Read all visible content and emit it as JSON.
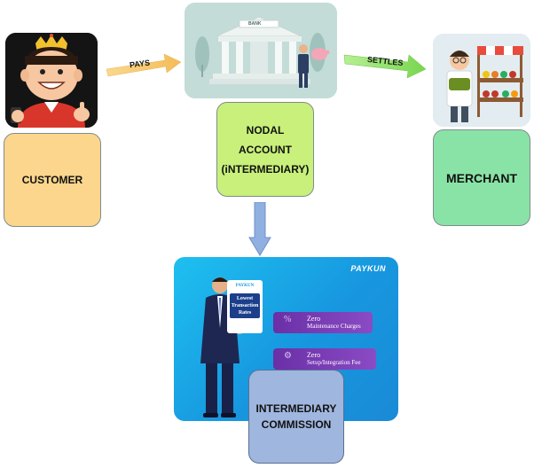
{
  "nodes": {
    "customer": {
      "label": "CUSTOMER"
    },
    "nodal": {
      "line1": "NODAL",
      "line2": "ACCOUNT",
      "line3": "(iNTERMEDIARY)"
    },
    "merchant": {
      "label": "MERCHANT"
    },
    "commission": {
      "line1": "INTERMEDIARY",
      "line2": "COMMISSION"
    }
  },
  "arrows": {
    "pays": "PAYS",
    "settles": "SETTLES"
  },
  "bank_sign": "BANK",
  "paykun": {
    "logo": "PAYKUN",
    "doc_logo": "PAYKUN",
    "doc_line1": "Lowest",
    "doc_line2": "Transaction",
    "doc_line3": "Rates",
    "pill1_title": "Zero",
    "pill1_sub": "Maintenance Charges",
    "pill2_title": "Zero",
    "pill2_sub": "Setup/Integration Fee"
  },
  "colors": {
    "customer_box": "#fbd68c",
    "nodal_box": "#c8f07a",
    "merchant_box": "#8ae3a6",
    "commission_box": "#9fb6df",
    "pays_arrow": "#f7c86a",
    "settles_arrow": "#8ee06a",
    "down_arrow": "#8fb0e0"
  }
}
